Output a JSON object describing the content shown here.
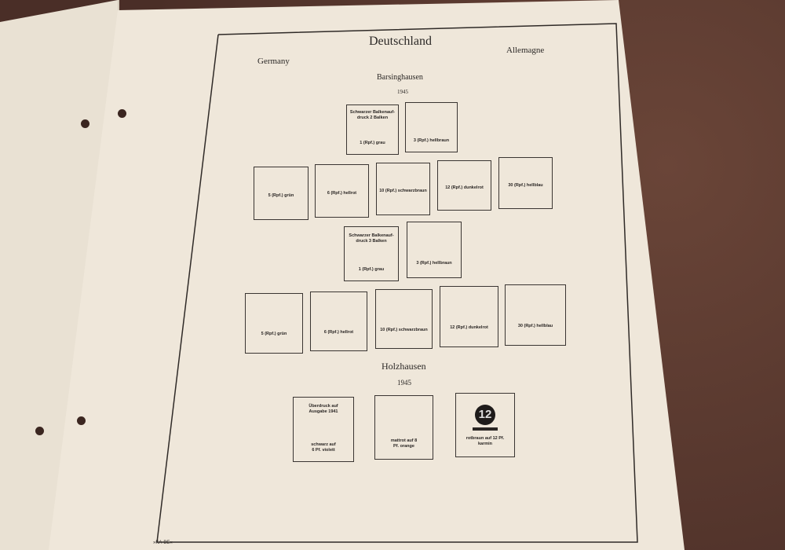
{
  "header": {
    "title": "Deutschland",
    "left": "Germany",
    "right": "Allemagne"
  },
  "sections": [
    {
      "name": "Barsinghausen",
      "year": "1945"
    },
    {
      "name": "Holzhausen",
      "year": "1945"
    }
  ],
  "stamps": {
    "row1": [
      {
        "top": "Schwarzer Balkenauf-druck 2 Balken",
        "bottom": "1 (Rpf.) grau"
      },
      {
        "top": "",
        "bottom": "3 (Rpf.) hellbraun"
      }
    ],
    "row2": [
      {
        "label": "5 (Rpf.) grün"
      },
      {
        "label": "6 (Rpf.) hellrot"
      },
      {
        "label": "10 (Rpf.) schwarzbraun"
      },
      {
        "label": "12 (Rpf.) dunkelrot"
      },
      {
        "label": "30 (Rpf.) hellblau"
      }
    ],
    "row3": [
      {
        "top": "Schwarzer Balkenauf-druck 3 Balken",
        "bottom": "1 (Rpf.) grau"
      },
      {
        "top": "",
        "bottom": "3 (Rpf.) hellbraun"
      }
    ],
    "row4": [
      {
        "label": "5 (Rpf.) grün"
      },
      {
        "label": "6 (Rpf.) hellrot"
      },
      {
        "label": "10 (Rpf.) schwarzbraun"
      },
      {
        "label": "12 (Rpf.) dunkelrot"
      },
      {
        "label": "30 (Rpf.) hellblau"
      }
    ],
    "row5": [
      {
        "top": "Überdruck auf Ausgabe 1941",
        "bottom": "schwarz auf 6 Pf. violett"
      },
      {
        "top": "",
        "bottom": "mattrot auf 8 Pf. orange"
      },
      {
        "coin": "12",
        "bottom": "rotbraun auf 12 Pf. karmin"
      }
    ]
  },
  "footer": "»KA-BE«"
}
